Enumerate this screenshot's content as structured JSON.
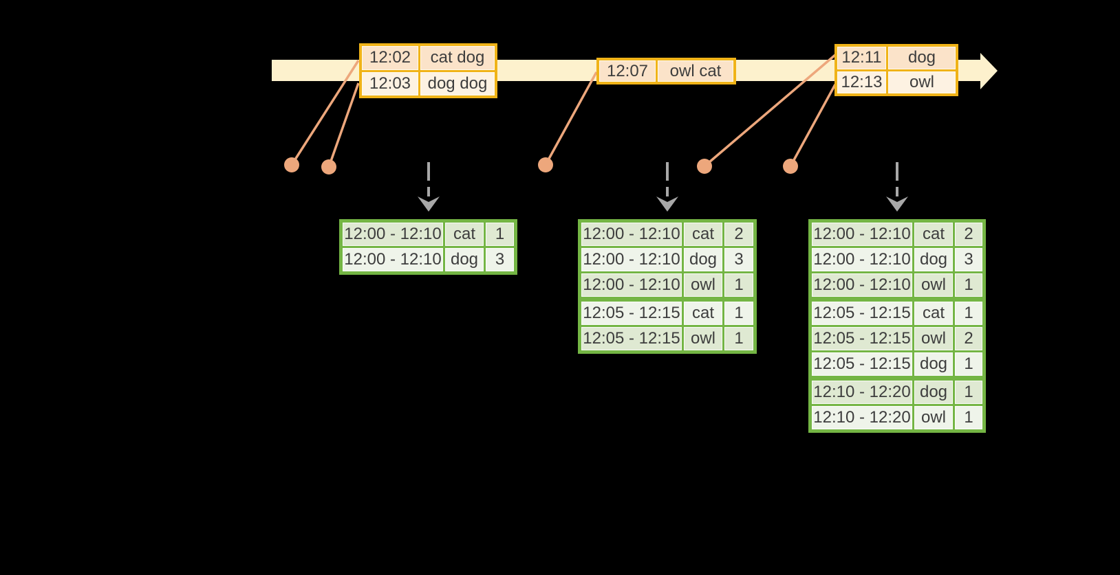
{
  "diagram": {
    "background": "#000000",
    "icons": {
      "timeline_arrow": "right-arrow band (cream)",
      "event_dot": "filled circle (salmon)",
      "down_arrow": "dashed gray arrow pointing down"
    },
    "colors": {
      "timeline": "#fdf1cd",
      "event_border": "#f0b318",
      "event_row_dark": "#fbe3c9",
      "event_row_light": "#fdf2e2",
      "connector": "#eda77c",
      "result_border": "#74b544",
      "result_row_dark": "#dfe9d2",
      "result_row_light": "#eff4ea",
      "arrow_gray": "#a8a8a8",
      "text": "#3d3d3d"
    },
    "event_tables": [
      {
        "rows": [
          {
            "time": "12:02",
            "text": "cat dog"
          },
          {
            "time": "12:03",
            "text": "dog dog"
          }
        ]
      },
      {
        "rows": [
          {
            "time": "12:07",
            "text": "owl cat"
          }
        ]
      },
      {
        "rows": [
          {
            "time": "12:11",
            "text": "dog"
          },
          {
            "time": "12:13",
            "text": "owl"
          }
        ]
      }
    ],
    "result_tables": [
      {
        "rows": [
          {
            "window": "12:00 - 12:10",
            "word": "cat",
            "count": "1"
          },
          {
            "window": "12:00 - 12:10",
            "word": "dog",
            "count": "3"
          }
        ]
      },
      {
        "rows": [
          {
            "window": "12:00 - 12:10",
            "word": "cat",
            "count": "2"
          },
          {
            "window": "12:00 - 12:10",
            "word": "dog",
            "count": "3"
          },
          {
            "window": "12:00 - 12:10",
            "word": "owl",
            "count": "1"
          },
          {
            "window": "12:05 - 12:15",
            "word": "cat",
            "count": "1"
          },
          {
            "window": "12:05 - 12:15",
            "word": "owl",
            "count": "1"
          }
        ]
      },
      {
        "rows": [
          {
            "window": "12:00 - 12:10",
            "word": "cat",
            "count": "2"
          },
          {
            "window": "12:00 - 12:10",
            "word": "dog",
            "count": "3"
          },
          {
            "window": "12:00 - 12:10",
            "word": "owl",
            "count": "1"
          },
          {
            "window": "12:05 - 12:15",
            "word": "cat",
            "count": "1"
          },
          {
            "window": "12:05 - 12:15",
            "word": "owl",
            "count": "2"
          },
          {
            "window": "12:05 - 12:15",
            "word": "dog",
            "count": "1"
          },
          {
            "window": "12:10 - 12:20",
            "word": "dog",
            "count": "1"
          },
          {
            "window": "12:10 - 12:20",
            "word": "owl",
            "count": "1"
          }
        ]
      }
    ]
  }
}
